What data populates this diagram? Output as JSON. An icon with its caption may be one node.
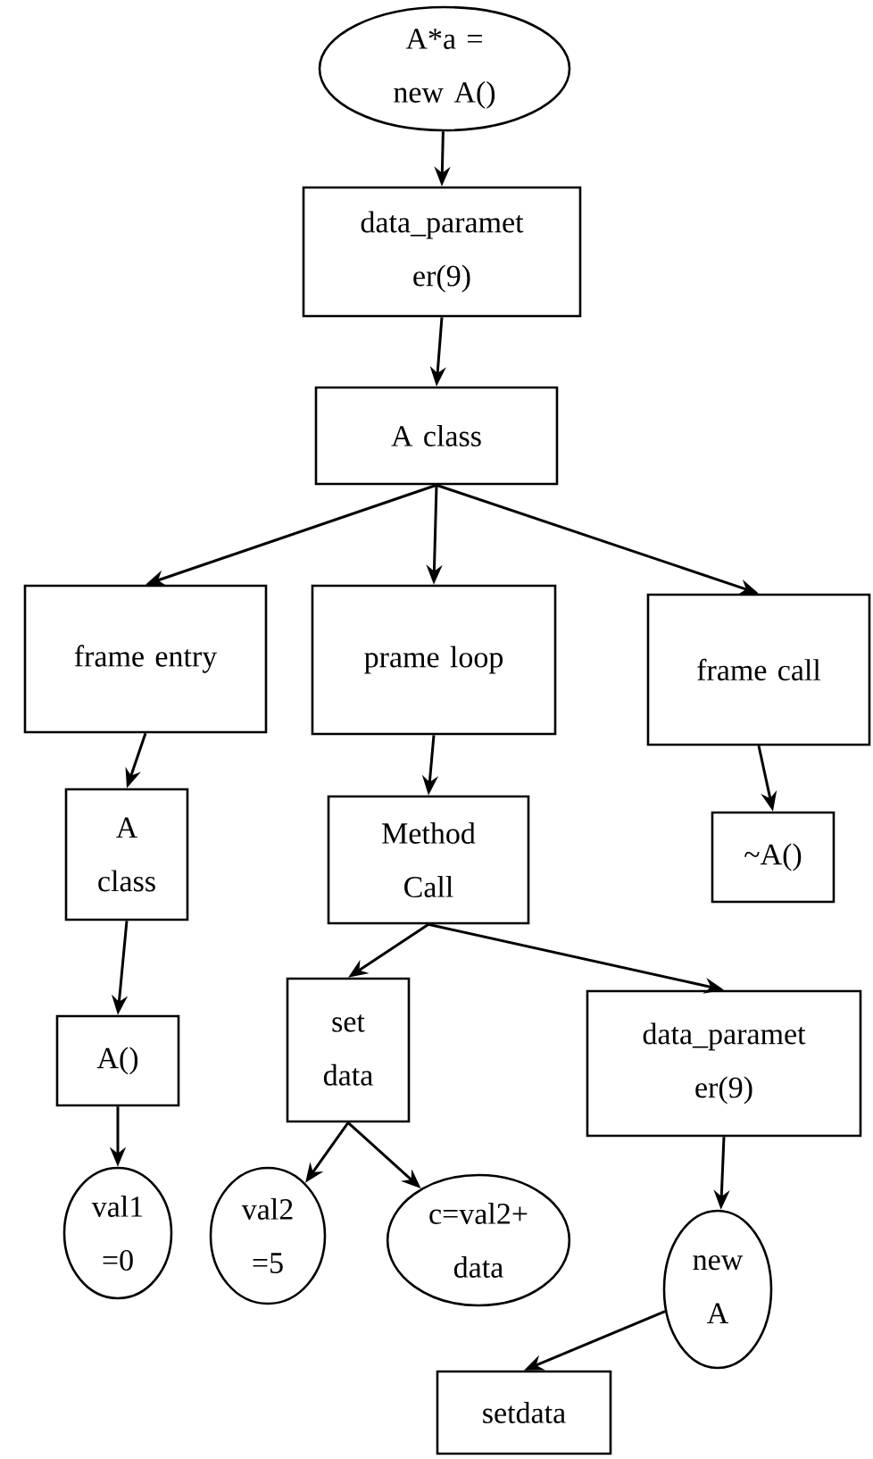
{
  "diagram": {
    "nodes": [
      {
        "text": [
          "A*a = new A()"
        ]
      },
      {
        "text": [
          "data_paramet er(9)"
        ]
      },
      {
        "text": [
          "A class"
        ]
      },
      {
        "text": [
          "frame entry"
        ]
      },
      {
        "text": [
          "prame loop"
        ]
      },
      {
        "text": [
          "frame call"
        ]
      },
      {
        "text": [
          "A class"
        ]
      },
      {
        "text": [
          "Method Call"
        ]
      },
      {
        "text": [
          "~A()"
        ]
      },
      {
        "text": [
          "A()"
        ]
      },
      {
        "text": [
          "set data"
        ]
      },
      {
        "text": [
          "data_paramet er(9)"
        ]
      },
      {
        "text": [
          "val1 =0"
        ]
      },
      {
        "text": [
          "val2 =5"
        ]
      },
      {
        "text": [
          "c=val2+ data"
        ]
      },
      {
        "text": [
          "new A"
        ]
      },
      {
        "text": [
          "setdata"
        ]
      }
    ],
    "edges": [
      {
        "from": 0,
        "to": 1,
        "arrow": "to"
      },
      {
        "from": 1,
        "to": 2,
        "arrow": "to"
      },
      {
        "from": 2,
        "to": 3,
        "arrow": "to"
      },
      {
        "from": 2,
        "to": 4,
        "arrow": "to"
      },
      {
        "from": 2,
        "to": 5,
        "arrow": "to"
      },
      {
        "from": 3,
        "to": 6,
        "arrow": "to"
      },
      {
        "from": 4,
        "to": 7,
        "arrow": "to"
      },
      {
        "from": 5,
        "to": 8,
        "arrow": "to"
      },
      {
        "from": 6,
        "to": 9,
        "arrow": "to"
      },
      {
        "from": 9,
        "to": 12,
        "arrow": "to"
      },
      {
        "from": 7,
        "to": 10,
        "arrow": "to"
      },
      {
        "from": 7,
        "to": 11,
        "arrow": "to"
      },
      {
        "from": 10,
        "to": 13,
        "arrow": "to"
      },
      {
        "from": 10,
        "to": 14,
        "arrow": "to"
      },
      {
        "from": 11,
        "to": 15,
        "arrow": "to"
      },
      {
        "from": 15,
        "to": 16,
        "arrow": "to"
      }
    ]
  }
}
